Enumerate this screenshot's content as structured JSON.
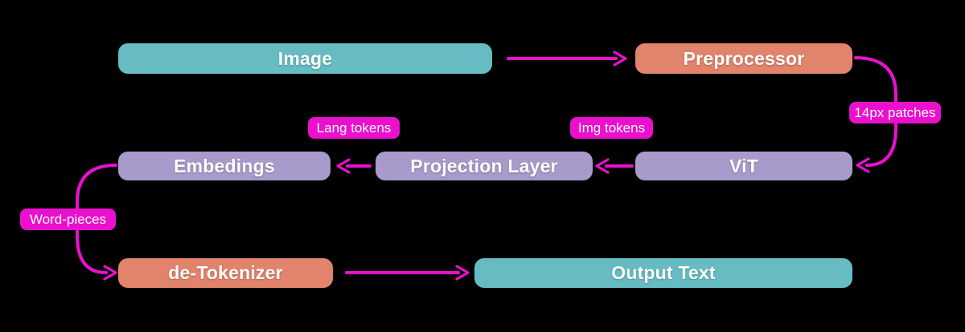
{
  "diagram_title": "vision-language model pipeline",
  "background": "#000000",
  "colors": {
    "teal": "#66bcc2",
    "salmon": "#e2836b",
    "lavender": "#a89aca",
    "magenta": "#ea10cd",
    "text": "#ffffff"
  },
  "nodes": [
    {
      "id": "image",
      "label": "Image"
    },
    {
      "id": "preprocessor",
      "label": "Preprocessor"
    },
    {
      "id": "embedings",
      "label": "Embedings"
    },
    {
      "id": "projection-layer",
      "label": "Projection Layer"
    },
    {
      "id": "vit",
      "label": "ViT"
    },
    {
      "id": "de-tokenizer",
      "label": "de-Tokenizer"
    },
    {
      "id": "output-text",
      "label": "Output Text"
    }
  ],
  "edge_labels": [
    {
      "id": "patches",
      "label": "14px patches"
    },
    {
      "id": "lang-tokens",
      "label": "Lang tokens"
    },
    {
      "id": "img-tokens",
      "label": "Img tokens"
    },
    {
      "id": "word-pieces",
      "label": "Word-pieces"
    }
  ],
  "connections": [
    {
      "from": "Image",
      "to": "Preprocessor",
      "label": ""
    },
    {
      "from": "Preprocessor",
      "to": "ViT",
      "label": "14px patches"
    },
    {
      "from": "ViT",
      "to": "Projection Layer",
      "label": "Img tokens"
    },
    {
      "from": "Projection Layer",
      "to": "Embedings",
      "label": "Lang tokens"
    },
    {
      "from": "Embedings",
      "to": "de-Tokenizer",
      "label": "Word-pieces"
    },
    {
      "from": "de-Tokenizer",
      "to": "Output Text",
      "label": ""
    }
  ]
}
